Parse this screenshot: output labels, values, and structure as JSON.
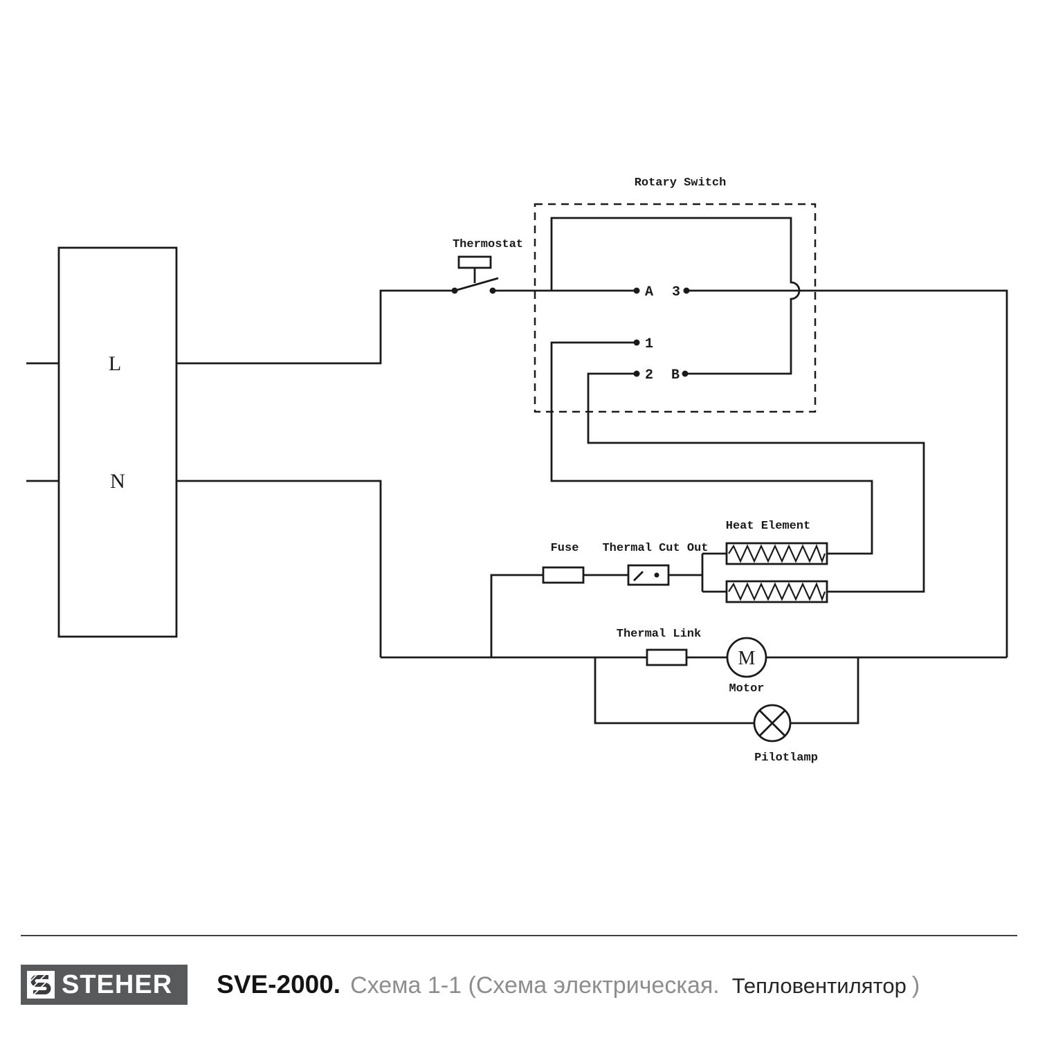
{
  "colors": {
    "line": "#1a1a1a",
    "logo_bg": "#58595b",
    "caption_gray": "#8d8d8d"
  },
  "diagram": {
    "power": {
      "l": "L",
      "n": "N"
    },
    "labels": {
      "rotary_switch": "Rotary Switch",
      "thermostat": "Thermostat",
      "fuse": "Fuse",
      "thermal_cut_out": "Thermal Cut Out",
      "heat_element": "Heat Element",
      "thermal_link": "Thermal Link",
      "motor": "Motor",
      "pilotlamp": "Pilotlamp"
    },
    "motor_symbol": "M",
    "contacts": {
      "a": "A",
      "b": "B",
      "c1": "1",
      "c2": "2",
      "c3": "3"
    }
  },
  "footer": {
    "brand": "STEHER",
    "model": "SVE-2000.",
    "caption": "Схема 1-1 (Схема электрическая.",
    "caption_product": "Тепловентилятор",
    "caption_close": ")"
  }
}
